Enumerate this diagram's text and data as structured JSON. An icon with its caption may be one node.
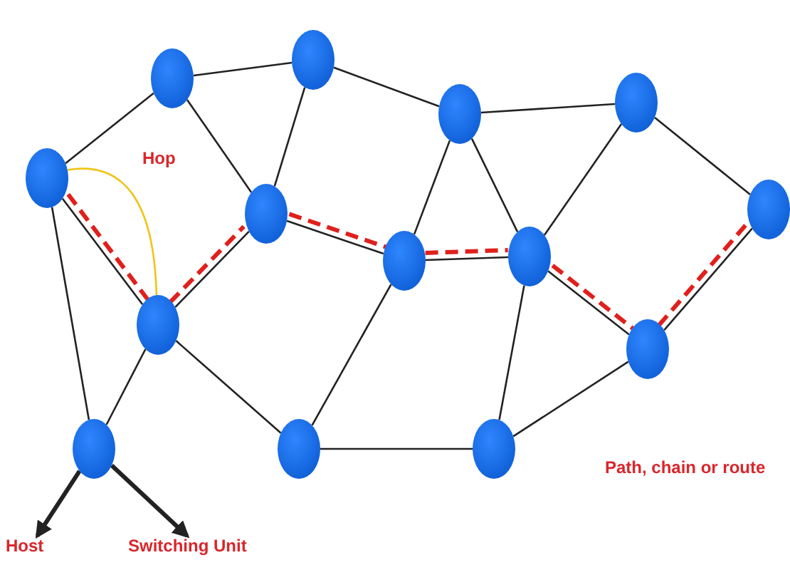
{
  "diagram": {
    "nodes": [
      {
        "text": [],
        "shape": "circle"
      },
      {
        "text": [],
        "shape": "circle"
      },
      {
        "text": [],
        "shape": "circle"
      },
      {
        "text": [],
        "shape": "circle"
      },
      {
        "text": [],
        "shape": "circle"
      },
      {
        "text": [],
        "shape": "circle"
      },
      {
        "text": [],
        "shape": "circle"
      },
      {
        "text": [],
        "shape": "circle"
      },
      {
        "text": [],
        "shape": "circle"
      },
      {
        "text": [],
        "shape": "circle"
      },
      {
        "text": [],
        "shape": "circle"
      },
      {
        "text": [],
        "shape": "circle"
      },
      {
        "text": [],
        "shape": "circle"
      },
      {
        "text": [],
        "shape": "circle"
      },
      {
        "text": [
          "Host"
        ]
      },
      {
        "text": [
          "Switching Unit"
        ]
      }
    ],
    "edges": [
      {
        "from": 0,
        "to": 1,
        "arrow": "none"
      },
      {
        "from": 0,
        "to": 4,
        "arrow": "none"
      },
      {
        "from": 0,
        "to": 5,
        "arrow": "none"
      },
      {
        "from": 1,
        "to": 2,
        "arrow": "none"
      },
      {
        "from": 1,
        "to": 5,
        "arrow": "none"
      },
      {
        "from": 2,
        "to": 3,
        "arrow": "none"
      },
      {
        "from": 2,
        "to": 7,
        "arrow": "none"
      },
      {
        "from": 2,
        "to": 8,
        "arrow": "none"
      },
      {
        "from": 3,
        "to": 8,
        "arrow": "none"
      },
      {
        "from": 3,
        "to": 6,
        "arrow": "none"
      },
      {
        "from": 4,
        "to": 9,
        "arrow": "none"
      },
      {
        "from": 4,
        "to": 11,
        "arrow": "none"
      },
      {
        "from": 5,
        "to": 7,
        "arrow": "none"
      },
      {
        "from": 5,
        "to": 9,
        "arrow": "none"
      },
      {
        "from": 7,
        "to": 8,
        "arrow": "none"
      },
      {
        "from": 7,
        "to": 12,
        "arrow": "none"
      },
      {
        "from": 8,
        "to": 10,
        "arrow": "none"
      },
      {
        "from": 8,
        "to": 13,
        "arrow": "none"
      },
      {
        "from": 6,
        "to": 10,
        "arrow": "none"
      },
      {
        "from": 9,
        "to": 11,
        "arrow": "none"
      },
      {
        "from": 9,
        "to": 12,
        "arrow": "none"
      },
      {
        "from": 12,
        "to": 13,
        "arrow": "none"
      },
      {
        "from": 13,
        "to": 10,
        "arrow": "none"
      },
      {
        "from": 11,
        "to": 14,
        "arrow": "to",
        "style": "thick"
      },
      {
        "from": 11,
        "to": 15,
        "arrow": "to",
        "style": "thick"
      },
      {
        "from": 4,
        "to": 9,
        "arrow": "none",
        "style": "dashed",
        "color": "#e0201c"
      },
      {
        "from": 9,
        "to": 5,
        "arrow": "none",
        "style": "dashed",
        "color": "#e0201c"
      },
      {
        "from": 5,
        "to": 7,
        "arrow": "none",
        "style": "dashed",
        "color": "#e0201c"
      },
      {
        "from": 7,
        "to": 8,
        "arrow": "none",
        "style": "dashed",
        "color": "#e0201c"
      },
      {
        "from": 8,
        "to": 10,
        "arrow": "none",
        "style": "dashed",
        "color": "#e0201c"
      },
      {
        "from": 10,
        "to": 6,
        "arrow": "none",
        "style": "dashed",
        "color": "#e0201c"
      },
      {
        "from": 4,
        "to": 9,
        "arrow": "none",
        "color": "#f0c419"
      }
    ],
    "labels": [
      "Hop",
      "Path, chain or route"
    ]
  }
}
